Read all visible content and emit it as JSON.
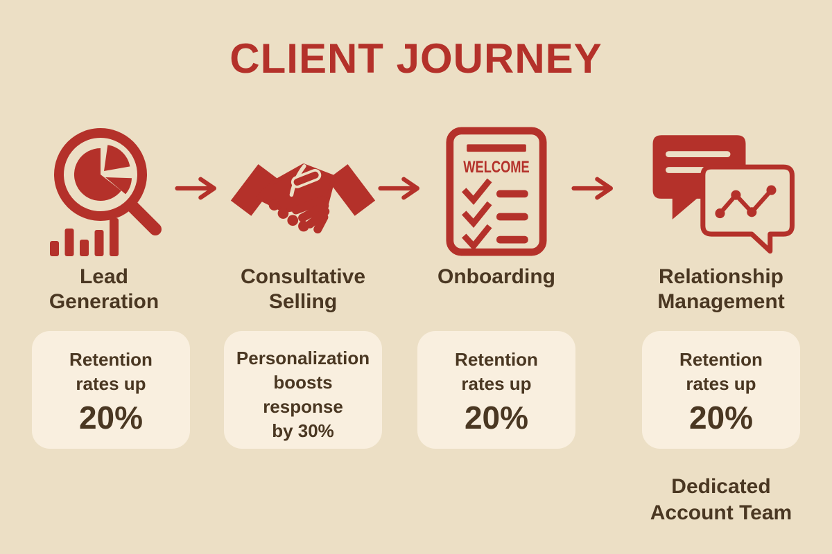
{
  "title": "CLIENT JOURNEY",
  "colors": {
    "background": "#ecdfc5",
    "card": "#f9efdf",
    "accent_red": "#b4312a",
    "text_brown": "#4a3722"
  },
  "stages": [
    {
      "name": "lead-generation",
      "label_lines": [
        "Lead",
        "Generation"
      ],
      "icon": "magnifier-analytics-icon",
      "card": {
        "line1": "Retention",
        "line2": "rates up",
        "stat": "20%"
      }
    },
    {
      "name": "consultative-selling",
      "label_lines": [
        "Consultative",
        "Selling"
      ],
      "icon": "handshake-icon",
      "card": {
        "line1": "Personalization",
        "line2": "boosts",
        "line3": "response",
        "line4": "by 30%"
      }
    },
    {
      "name": "onboarding",
      "label_lines": [
        "Onboarding",
        ""
      ],
      "icon": "welcome-checklist-icon",
      "welcome_text": "WELCOME",
      "card": {
        "line1": "Retention",
        "line2": "rates up",
        "stat": "20%"
      }
    },
    {
      "name": "relationship-management",
      "label_lines": [
        "Relationship",
        "Management"
      ],
      "icon": "chat-analytics-icon",
      "card": {
        "line1": "Retention",
        "line2": "rates up",
        "stat": "20%"
      },
      "footnote_lines": [
        "Dedicated",
        "Account Team"
      ]
    }
  ]
}
